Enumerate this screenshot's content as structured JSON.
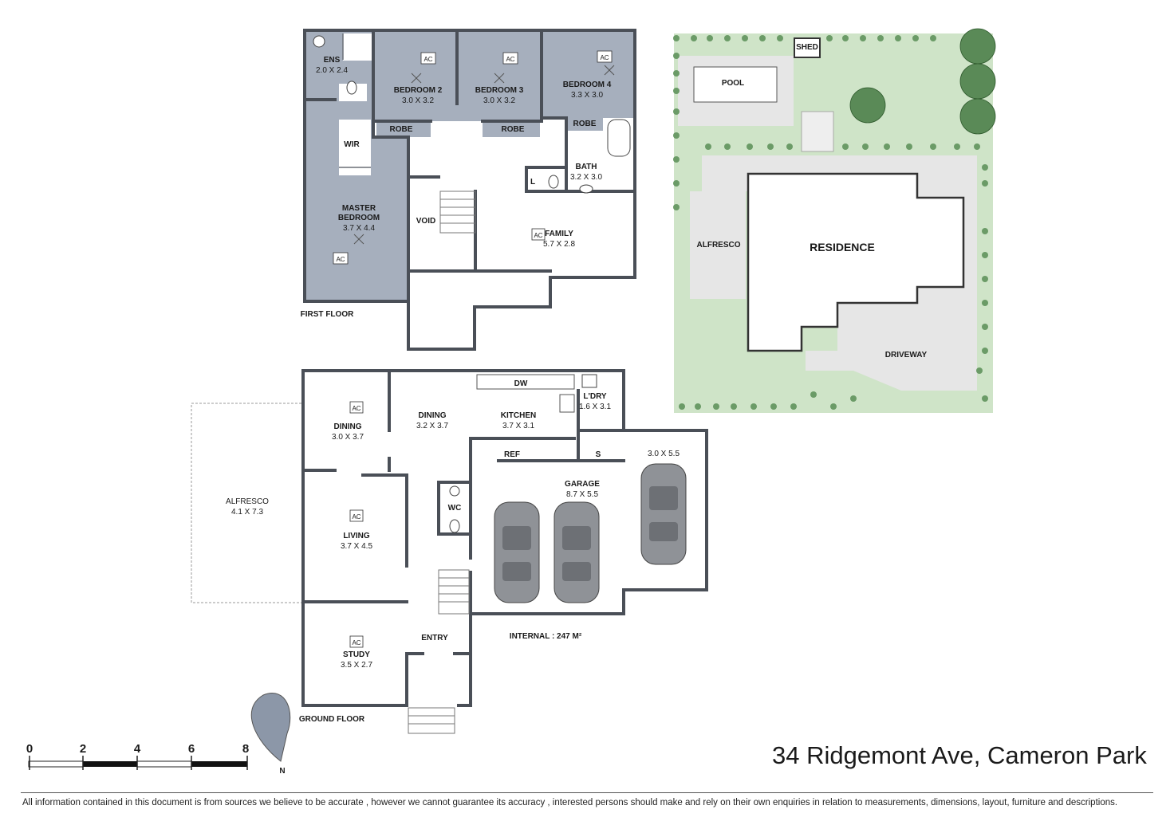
{
  "address": "34 Ridgemont Ave, Cameron Park",
  "disclaimer": "All information contained in this document is from sources we believe to be accurate , however we cannot guarantee its accuracy , interested persons should make and rely on their own enquiries in relation to measurements, dimensions, layout, furniture and descriptions.",
  "first_floor": {
    "label": "FIRST FLOOR",
    "ens": "ENS",
    "ens_dim": "2.0 X 2.4",
    "bed2": "BEDROOM 2",
    "bed2_dim": "3.0 X 3.2",
    "bed3": "BEDROOM 3",
    "bed3_dim": "3.0 X 3.2",
    "bed4": "BEDROOM 4",
    "bed4_dim": "3.3 X 3.0",
    "robe": "ROBE",
    "wir": "WIR",
    "master_1": "MASTER",
    "master_2": "BEDROOM",
    "master_dim": "3.7 X 4.4",
    "bath": "BATH",
    "bath_dim": "3.2 X 3.0",
    "l": "L",
    "void": "VOID",
    "family": "FAMILY",
    "family_dim": "5.7 X 2.8",
    "ac": "AC"
  },
  "ground_floor": {
    "label": "GROUND FLOOR",
    "dining": "DINING",
    "dining1_dim": "3.0 X 3.7",
    "dining2_dim": "3.2 X 3.7",
    "kitchen": "KITCHEN",
    "kitchen_dim": "3.7 X 3.1",
    "dw": "DW",
    "ldry": "L'DRY",
    "ldry_dim": "1.6 X 3.1",
    "s": "S",
    "ref": "REF",
    "alfresco": "ALFRESCO",
    "alfresco_dim": "4.1 X 7.3",
    "living": "LIVING",
    "living_dim": "3.7 X 4.5",
    "wc": "WC",
    "garage": "GARAGE",
    "garage_dim": "8.7 X 5.5",
    "garage2_dim": "3.0 X 5.5",
    "entry": "ENTRY",
    "study": "STUDY",
    "study_dim": "3.5 X 2.7",
    "internal": "INTERNAL : 247 M²",
    "ac": "AC"
  },
  "site": {
    "shed": "SHED",
    "pool": "POOL",
    "alfresco": "ALFRESCO",
    "residence": "RESIDENCE",
    "driveway": "DRIVEWAY"
  },
  "scale": {
    "ticks": [
      "0",
      "2",
      "4",
      "6",
      "8"
    ],
    "north": "N"
  },
  "colors": {
    "bedroom": "#a6afbd",
    "wall": "#4a4f57",
    "grass": "#cfe4c8",
    "tree": "#5a8a57"
  }
}
